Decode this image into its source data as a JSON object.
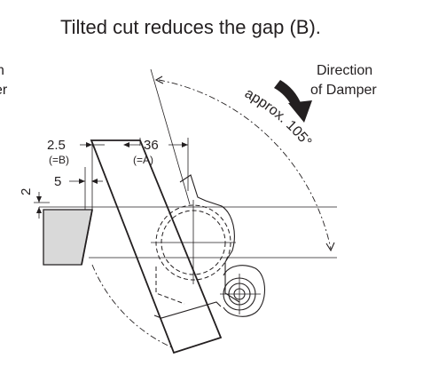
{
  "caption": "Tilted cut reduces the gap (B).",
  "cut_text": [
    "n",
    "er"
  ],
  "direction_label": [
    "Direction",
    "of Damper"
  ],
  "angle_label": "approx. 105°",
  "dim_b": {
    "value": "2.5",
    "tag": "(=B)"
  },
  "dim_a": {
    "value": "36",
    "tag": "(=A)"
  },
  "dim_5": "5",
  "dim_2": "2",
  "colors": {
    "ink": "#231f20",
    "hatch_fill": "#d9d9d9"
  }
}
